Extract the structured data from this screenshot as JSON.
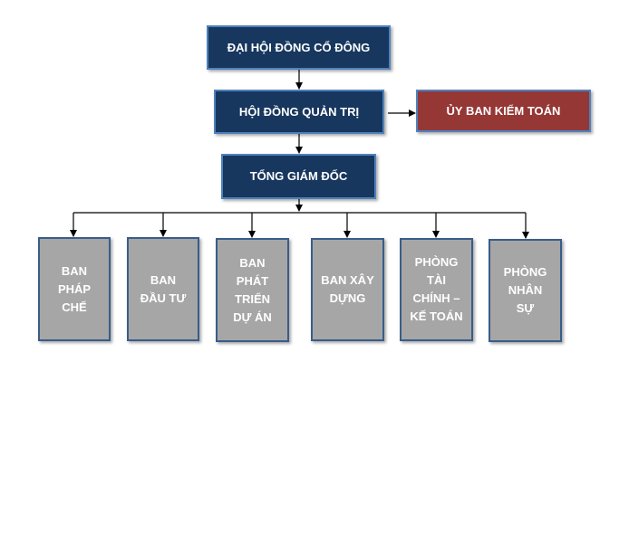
{
  "chart": {
    "top_node": "ĐẠI HỘI ĐỒNG CỔ ĐÔNG",
    "board_node": "HỘI ĐỒNG QUẢN TRỊ",
    "audit_node": "ỦY BAN KIỂM TOÁN",
    "ceo_node": "TỔNG GIÁM ĐỐC",
    "departments": [
      "BAN\nPHÁP\nCHẾ",
      "BAN\nĐẦU TƯ",
      "BAN\nPHÁT\nTRIỂN\nDỰ ÁN",
      "BAN XÂY\nDỰNG",
      "PHÒNG\nTÀI\nCHÍNH –\nKẾ TOÁN",
      "PHÒNG\nNHÂN\nSỰ"
    ]
  },
  "colors": {
    "navy": "#17375e",
    "red": "#953735",
    "gray": "#a6a6a6",
    "border": "#4f81bd"
  }
}
